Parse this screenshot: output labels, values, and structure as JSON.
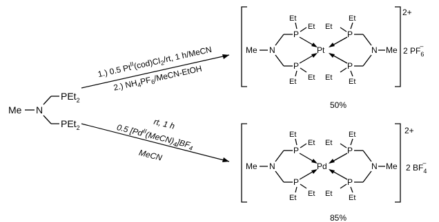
{
  "reagent": {
    "amine": "Me",
    "n": "N",
    "group_top": "PEt",
    "group_bottom": "PEt",
    "group_sub": "2"
  },
  "upper_reaction": {
    "step1": {
      "prefix": "1.) 0.5 Pt",
      "ox": "II",
      "mid": "(cod)Cl",
      "sub": "2",
      "suffix": "/rt, 1 h/MeCN"
    },
    "step2": {
      "prefix": "2.) NH",
      "sub1": "4",
      "mid": "PF",
      "sub2": "6",
      "suffix": "/MeCN-EtOH"
    },
    "metal": "Pt",
    "charge": "2+",
    "counterion": {
      "coef": "2 PF",
      "sub": "6",
      "sup": "–"
    },
    "yield": "50%"
  },
  "lower_reaction": {
    "cond1": "rt, 1 h",
    "cond2": {
      "prefix": "0.5 [Pd",
      "ox": "II",
      "mid": "(MeCN)",
      "sub": "4",
      "suffix": "]BF",
      "sub2": "4"
    },
    "cond3": "MeCN",
    "metal": "Pd",
    "charge": "2+",
    "counterion": {
      "coef": "2 BF",
      "sub": "4",
      "sup": "–"
    },
    "yield": "85%"
  },
  "complex_labels": {
    "me": "Me",
    "n": "N",
    "p": "P",
    "et": "Et"
  }
}
